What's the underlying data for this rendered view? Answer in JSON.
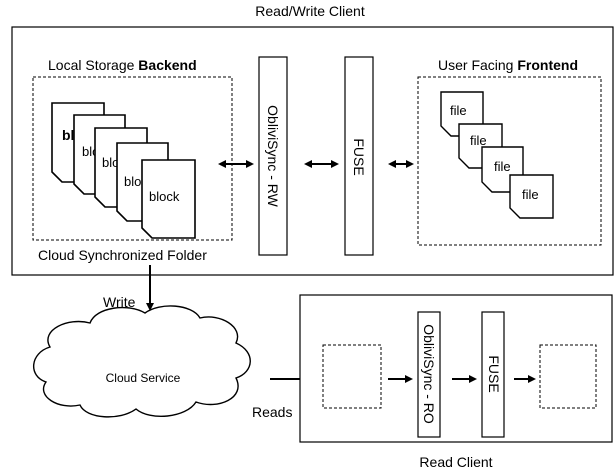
{
  "rw_client": {
    "title": "Read/Write Client",
    "backend": {
      "label_prefix": "Local Storage ",
      "label_bold": "Backend",
      "folder_label": "Cloud Synchronized Folder",
      "blocks": [
        "block",
        "block",
        "block",
        "block",
        "block"
      ]
    },
    "oblivisync": "ObliviSync - RW",
    "fuse": "FUSE",
    "frontend": {
      "label_prefix": "User Facing ",
      "label_bold": "Frontend",
      "files": [
        "file",
        "file",
        "file",
        "file"
      ]
    }
  },
  "write_label": "Write",
  "cloud_service": "Cloud Service",
  "reads_label": "Reads",
  "read_client": {
    "title": "Read Client",
    "oblivisync": "ObliviSync - RO",
    "fuse": "FUSE"
  }
}
